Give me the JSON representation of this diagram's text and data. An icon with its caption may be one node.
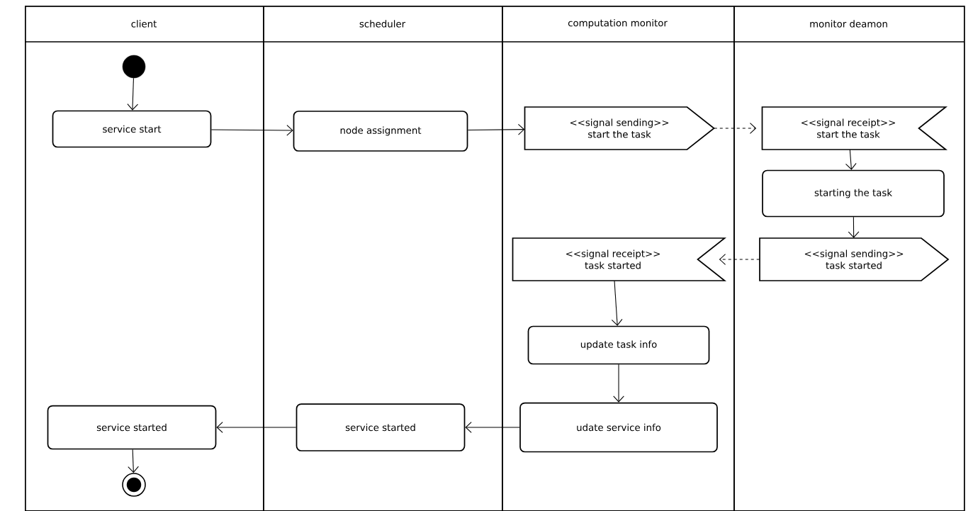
{
  "diagram": {
    "nodes": [
      {
        "text": [
          "client"
        ]
      },
      {
        "text": [
          "scheduler"
        ]
      },
      {
        "text": [
          "computation monitor"
        ]
      },
      {
        "text": [
          "monitor deamon"
        ]
      },
      {
        "text": [],
        "shape": "circle",
        "in": 0
      },
      {
        "text": [
          "service start"
        ],
        "in": 0
      },
      {
        "text": [
          "node assignment"
        ],
        "in": 1
      },
      {
        "text": [
          "<<signal sending>>",
          "start the task"
        ],
        "in": 2
      },
      {
        "text": [
          "<<signal receipt>>",
          "start the task"
        ],
        "in": 3
      },
      {
        "text": [
          "starting the task"
        ],
        "in": 3
      },
      {
        "text": [
          "<<signal sending>>",
          "task started"
        ],
        "in": 3
      },
      {
        "text": [
          "<<signal receipt>>",
          "task started"
        ],
        "in": 2
      },
      {
        "text": [
          "update task info"
        ],
        "in": 2
      },
      {
        "text": [
          "udate service info"
        ],
        "in": 2
      },
      {
        "text": [
          "service started"
        ],
        "in": 1
      },
      {
        "text": [
          "service started"
        ],
        "in": 0
      },
      {
        "text": [],
        "shape": "bullseye",
        "in": 0
      }
    ],
    "edges": [
      {
        "from": 4,
        "to": 5,
        "arrow": "to"
      },
      {
        "from": 5,
        "to": 6,
        "arrow": "to"
      },
      {
        "from": 6,
        "to": 7,
        "arrow": "to"
      },
      {
        "from": 7,
        "to": 8,
        "arrow": "to",
        "style": "dashed"
      },
      {
        "from": 8,
        "to": 9,
        "arrow": "to"
      },
      {
        "from": 9,
        "to": 10,
        "arrow": "to"
      },
      {
        "from": 10,
        "to": 11,
        "arrow": "to",
        "style": "dashed"
      },
      {
        "from": 11,
        "to": 12,
        "arrow": "to"
      },
      {
        "from": 12,
        "to": 13,
        "arrow": "to"
      },
      {
        "from": 13,
        "to": 14,
        "arrow": "to"
      },
      {
        "from": 14,
        "to": 15,
        "arrow": "to"
      },
      {
        "from": 15,
        "to": 16,
        "arrow": "to"
      }
    ]
  }
}
